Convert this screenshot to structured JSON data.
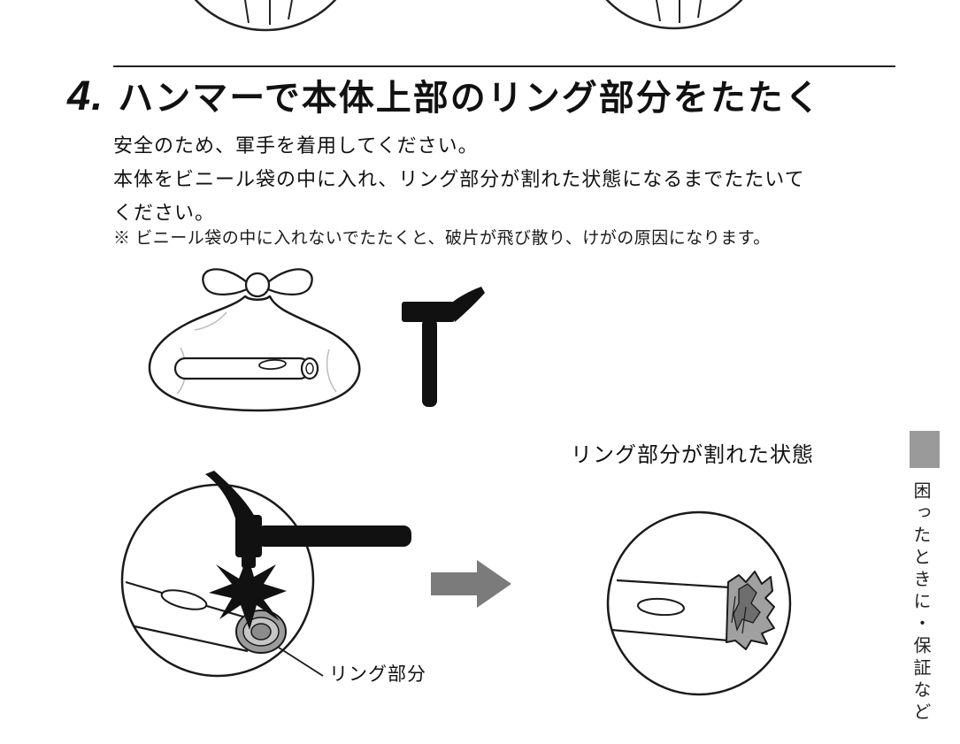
{
  "page": {
    "step_number": "4.",
    "heading": "ハンマーで本体上部のリング部分をたたく",
    "body_paragraph_1": "安全のため、軍手を着用してください。",
    "body_paragraph_2_line1": "本体をビニール袋の中に入れ、リング部分が割れた状態になるまでたたいて",
    "body_paragraph_2_line2": "ください。",
    "note": "※ ビニール袋の中に入れないでたたくと、破片が飛び散り、けがの原因になります。",
    "broken_state_caption": "リング部分が割れた状態",
    "ring_part_label": "リング部分",
    "sidebar_tab_text": "困ったときに・保証など"
  },
  "colors": {
    "arrow_gray": "#7b7b7b",
    "tab_gray": "#9a9a9a",
    "ring_outer_gray": "#9b9b9b",
    "ring_mid_gray": "#c6c6c6",
    "ring_inner_gray": "#8c8c8c",
    "debris_gray": "#a0a0a0",
    "debris_dark_gray": "#6e6e6e",
    "line_black": "#1a1a1a"
  }
}
